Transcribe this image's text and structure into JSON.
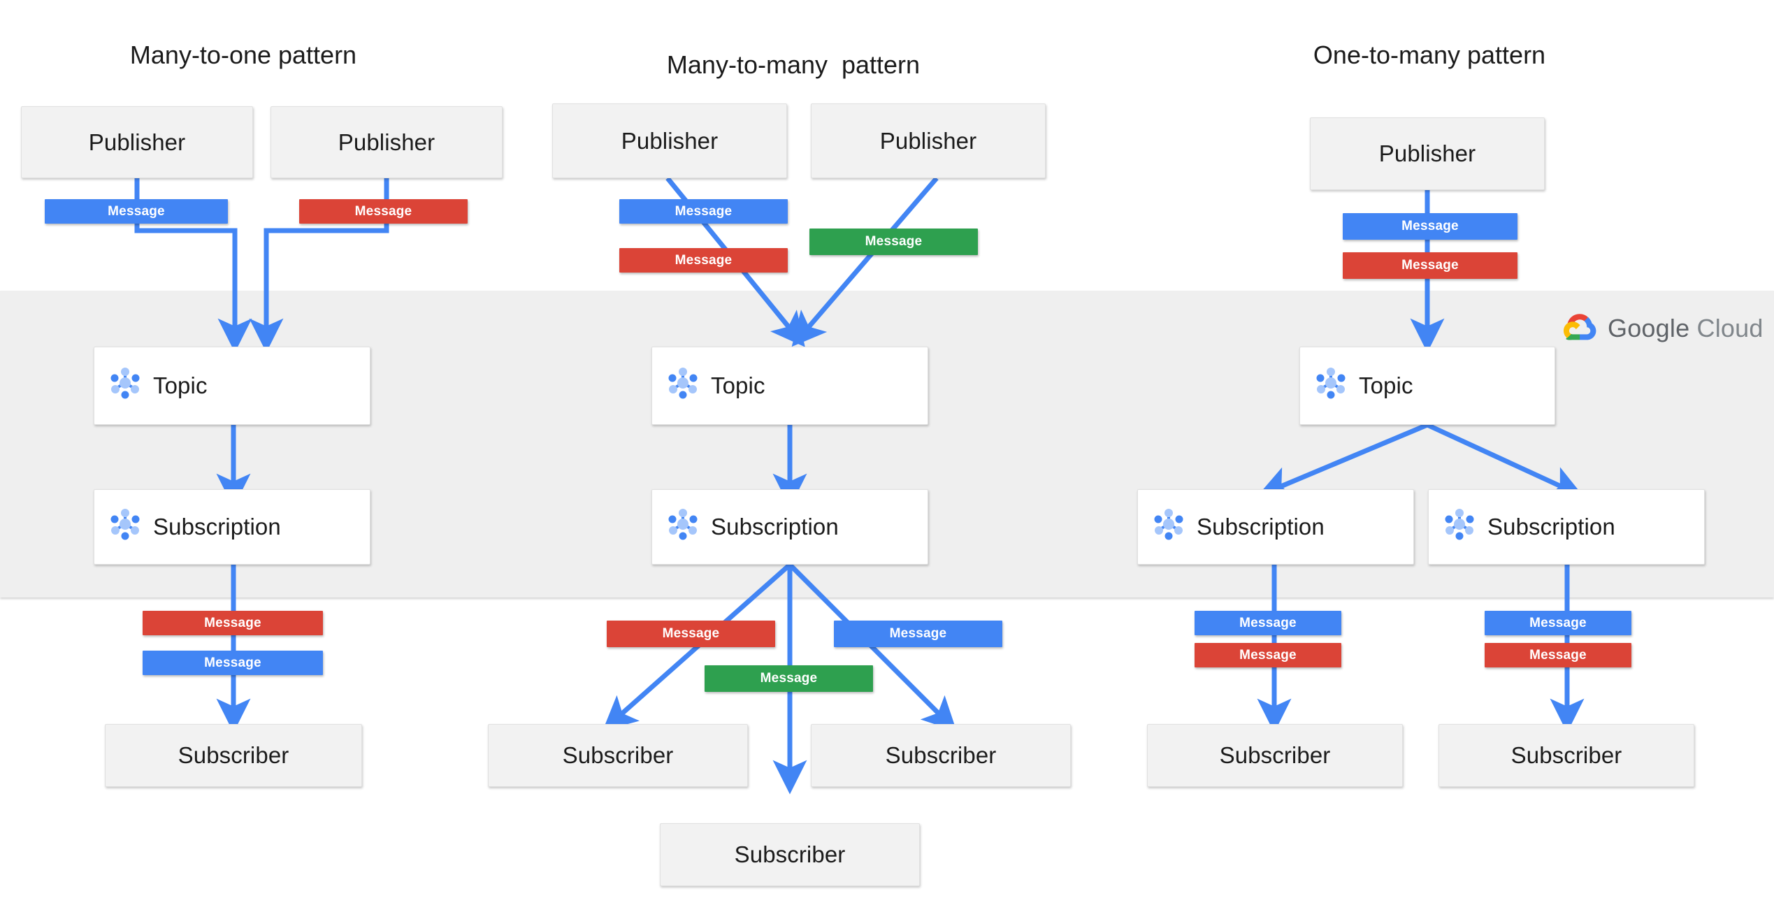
{
  "diagram": {
    "title_left": "Many-to-one pattern",
    "title_middle": "Many-to-many  pattern",
    "title_right": "One-to-many pattern",
    "labels": {
      "publisher": "Publisher",
      "subscriber": "Subscriber",
      "topic": "Topic",
      "subscription": "Subscription",
      "message": "Message"
    },
    "brand": {
      "google": "Google",
      "cloud": "Cloud"
    },
    "colors": {
      "message_blue": "#4285f4",
      "message_red": "#db4437",
      "message_green": "#2ea04f",
      "arrow_blue": "#4285f4",
      "band_gray": "#efefef",
      "endpoint_gray": "#f2f2f2",
      "pubsub_white": "#ffffff",
      "icon_dark_blue": "#4285f4",
      "icon_light_blue": "#a5c6fb"
    }
  },
  "columns": [
    {
      "name": "many-to-one",
      "title": "Many-to-one pattern",
      "publishers": [
        "Publisher",
        "Publisher"
      ],
      "publish_messages": [
        "Message",
        "Message"
      ],
      "publish_message_colors": [
        "blue",
        "red"
      ],
      "topics": [
        "Topic"
      ],
      "subscriptions": [
        "Subscription"
      ],
      "deliver_messages": [
        "Message",
        "Message"
      ],
      "deliver_message_colors": [
        "red",
        "blue"
      ],
      "subscribers": [
        "Subscriber"
      ]
    },
    {
      "name": "many-to-many",
      "title": "Many-to-many  pattern",
      "publishers": [
        "Publisher",
        "Publisher"
      ],
      "publish_messages": [
        "Message",
        "Message",
        "Message"
      ],
      "publish_message_colors": [
        "blue",
        "red",
        "green"
      ],
      "topics": [
        "Topic"
      ],
      "subscriptions": [
        "Subscription"
      ],
      "deliver_messages": [
        "Message",
        "Message",
        "Message"
      ],
      "deliver_message_colors": [
        "red",
        "blue",
        "green"
      ],
      "subscribers": [
        "Subscriber",
        "Subscriber",
        "Subscriber"
      ]
    },
    {
      "name": "one-to-many",
      "title": "One-to-many pattern",
      "publishers": [
        "Publisher"
      ],
      "publish_messages": [
        "Message",
        "Message"
      ],
      "publish_message_colors": [
        "blue",
        "red"
      ],
      "topics": [
        "Topic"
      ],
      "subscriptions": [
        "Subscription",
        "Subscription"
      ],
      "deliver_messages": [
        "Message",
        "Message",
        "Message",
        "Message"
      ],
      "deliver_message_colors": [
        "blue",
        "red",
        "blue",
        "red"
      ],
      "subscribers": [
        "Subscriber",
        "Subscriber"
      ]
    }
  ]
}
